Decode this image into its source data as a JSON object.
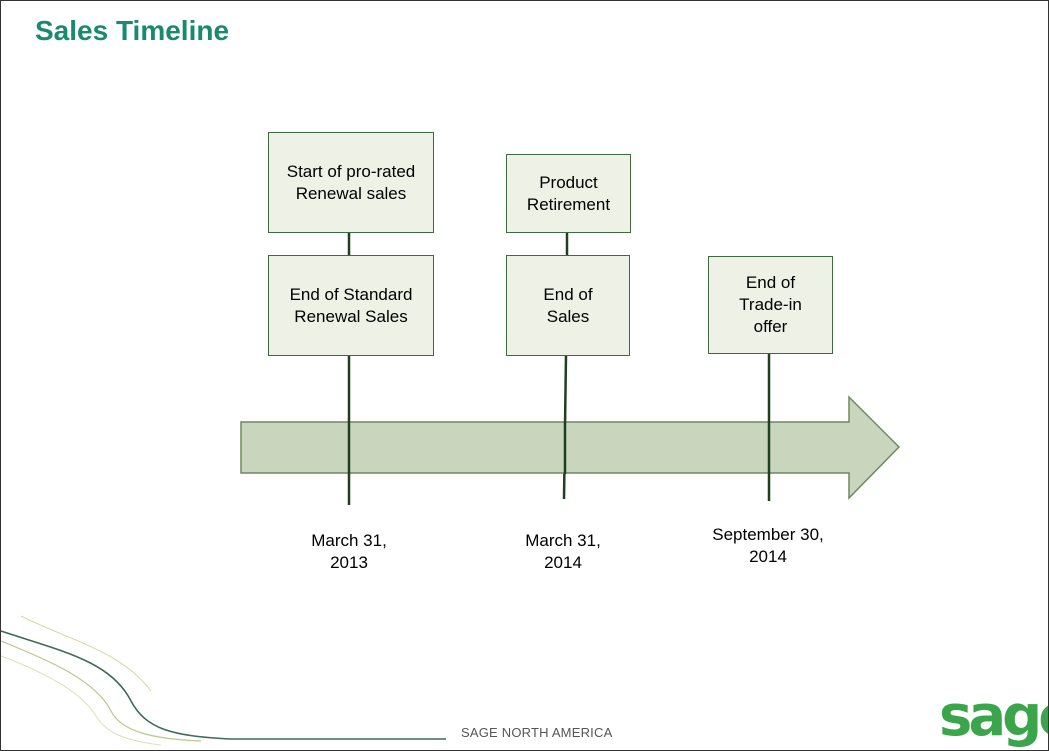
{
  "slide": {
    "title": "Sales Timeline",
    "footer": "SAGE NORTH AMERICA",
    "logo_text": "sage"
  },
  "colors": {
    "title": "#1a8a6e",
    "box_fill": "#eef1e6",
    "arrow_fill": "#c9d5bd",
    "line": "#1f3f1f",
    "logo": "#3aa54a"
  },
  "milestones": [
    {
      "date": "March 31,\n2013",
      "events": [
        "Start of pro-rated\nRenewal sales",
        "End of Standard\nRenewal Sales"
      ]
    },
    {
      "date": "March 31,\n2014",
      "events": [
        "Product\nRetirement",
        "End of\nSales"
      ]
    },
    {
      "date": "September 30,\n2014",
      "events": [
        "End of\nTrade-in\noffer"
      ]
    }
  ]
}
